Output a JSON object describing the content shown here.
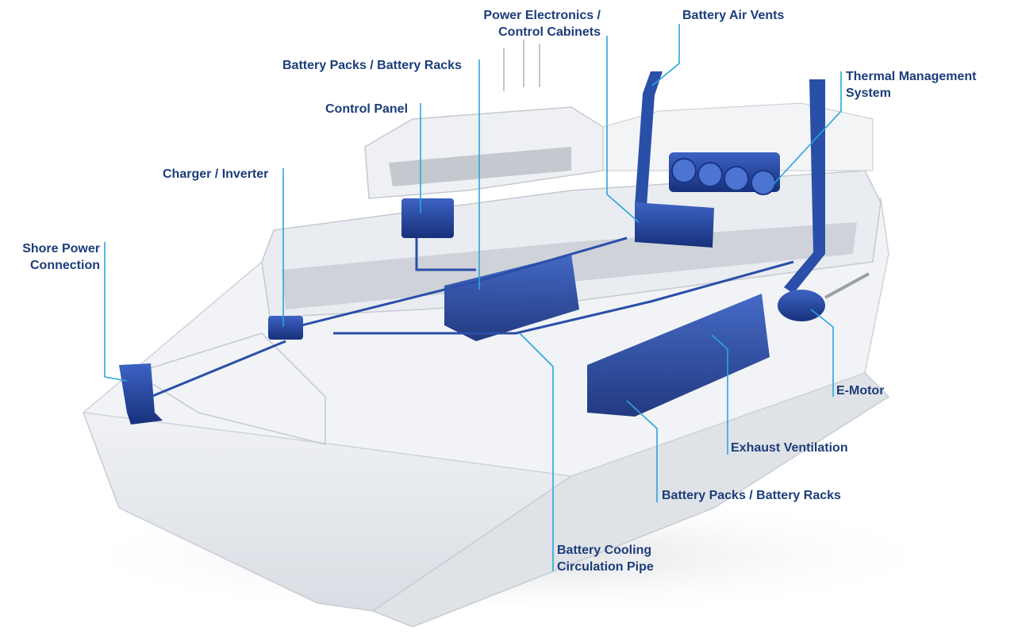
{
  "labels": {
    "power_electronics": [
      "Power Electronics /",
      "Control Cabinets"
    ],
    "battery_air_vents": "Battery Air Vents",
    "battery_packs_top": "Battery Packs / Battery Racks",
    "thermal_management": [
      "Thermal Management",
      "System"
    ],
    "control_panel": "Control Panel",
    "charger_inverter": "Charger / Inverter",
    "shore_power": [
      "Shore Power",
      "Connection"
    ],
    "e_motor": "E-Motor",
    "exhaust_ventilation": "Exhaust Ventilation",
    "battery_packs_bottom": "Battery Packs / Battery Racks",
    "battery_cooling": [
      "Battery Cooling",
      "Circulation Pipe"
    ]
  },
  "colors": {
    "label_text": "#1c3d7a",
    "leader_line": "#2aa6dd",
    "component_blue": "#1f3f9a",
    "hull": "#eef0f3"
  }
}
